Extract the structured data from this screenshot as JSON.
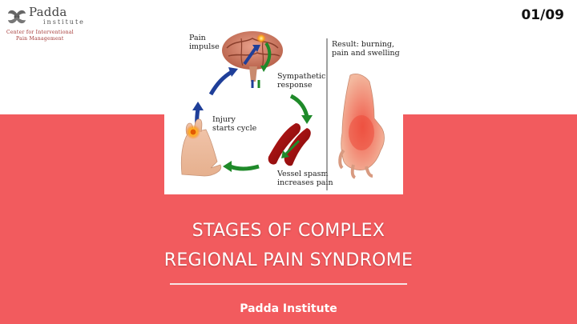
{
  "logo": {
    "name": "Padda",
    "sub": "institute",
    "tagline_1": "Center for Interventional",
    "tagline_2": "Pain Management"
  },
  "page_number": "01/09",
  "figure": {
    "labels": {
      "pain_impulse": "Pain\nimpulse",
      "sympathetic": "Sympathetic\nresponse",
      "injury": "Injury\nstarts cycle",
      "vessel": "Vessel spasm\nincreases pain",
      "result": "Result: burning,\npain and swelling"
    }
  },
  "title": {
    "line1": "STAGES OF COMPLEX",
    "line2": "REGIONAL PAIN SYNDROME"
  },
  "footer": "Padda Institute",
  "colors": {
    "band": "#f25b5e",
    "arrow_blue": "#1f3f99",
    "arrow_green": "#1f8a2a",
    "logo_accent": "#a1312e"
  }
}
